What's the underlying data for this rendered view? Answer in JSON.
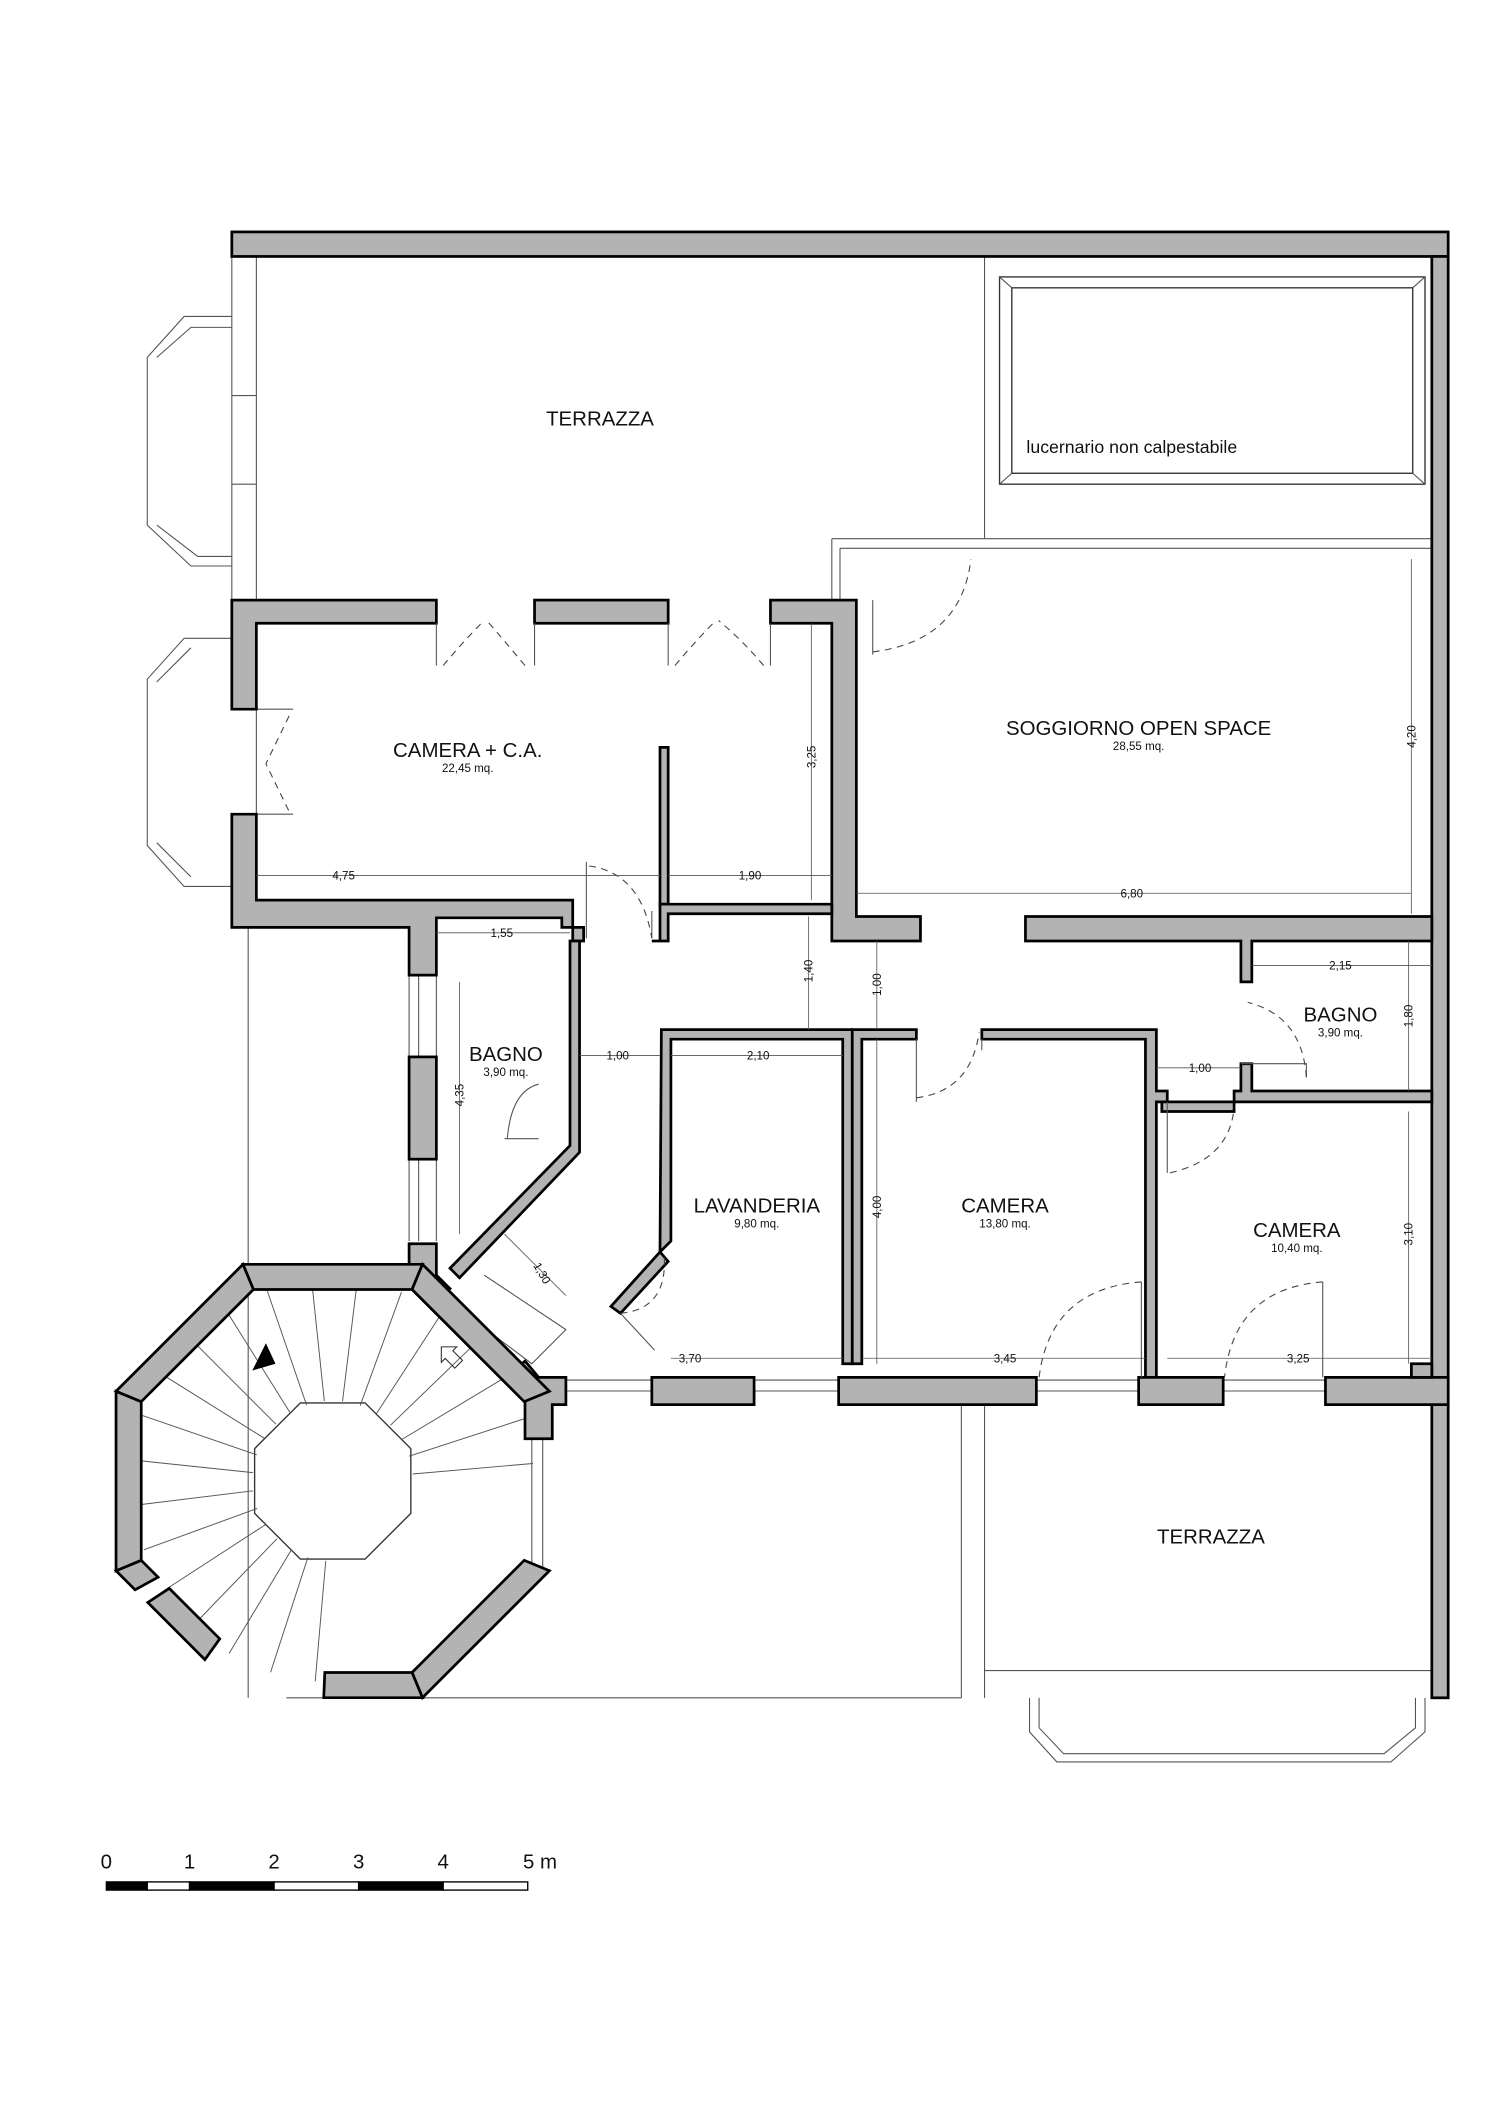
{
  "rooms": [
    {
      "name": "TERRAZZA"
    },
    {
      "name": "lucernario non calpestabile"
    },
    {
      "name": "CAMERA + C.A.",
      "area": "22,45 mq."
    },
    {
      "name": "SOGGIORNO OPEN SPACE",
      "area": "28,55 mq."
    },
    {
      "name": "BAGNO",
      "area": "3,90 mq."
    },
    {
      "name": "BAGNO",
      "area": "3,90 mq."
    },
    {
      "name": "LAVANDERIA",
      "area": "9,80 mq."
    },
    {
      "name": "CAMERA",
      "area": "13,80 mq."
    },
    {
      "name": "CAMERA",
      "area": "10,40 mq."
    },
    {
      "name": "TERRAZZA"
    }
  ],
  "dimensions": [
    "4,75",
    "1,90",
    "3,25",
    "6,80",
    "4,20",
    "1,55",
    "1,40",
    "1,00",
    "2,15",
    "1,80",
    "1,00",
    "2,10",
    "1,00",
    "4,35",
    "4,00",
    "3,10",
    "1,30",
    "3,70",
    "3,45",
    "3,25"
  ],
  "scale_bar": {
    "labels": [
      "0",
      "1",
      "2",
      "3",
      "4",
      "5 m"
    ]
  },
  "colors": {
    "wall": "#b3b3b3",
    "line": "#000000"
  }
}
